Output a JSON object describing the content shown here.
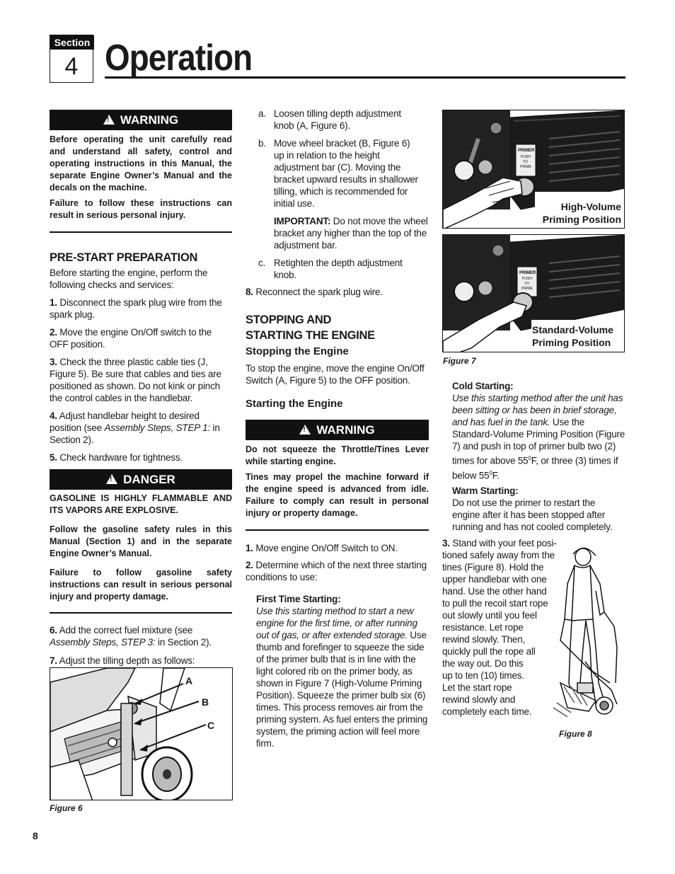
{
  "section": {
    "label": "Section",
    "number": "4"
  },
  "title": "Operation",
  "warning1": {
    "heading": "WARNING",
    "p1": "Before operating the unit carefully read and understand all safety, control and operating instructions in this Manual, the separate Engine Owner’s Manual and the decals on the machine.",
    "p2": "Failure to follow these instructions can result in serious personal injury."
  },
  "prestart": {
    "heading": "PRE-START PREPARATION",
    "intro": "Before starting the engine, perform the following checks and services:",
    "steps": [
      {
        "num": "1.",
        "text": "Disconnect the spark plug wire from the spark plug."
      },
      {
        "num": "2.",
        "text": "Move the engine On/Off switch to the OFF position."
      },
      {
        "num": "3.",
        "text": "Check the three plastic cable ties (J, Figure 5).  Be sure that cables and ties are positioned as shown.  Do not kink or pinch the control cables in the handlebar."
      },
      {
        "num": "4.",
        "pre": "Adjust handlebar height to desired position (see ",
        "ital": "Assembly Steps, STEP 1:",
        "post": " in Section 2)."
      },
      {
        "num": "5.",
        "text": "Check hardware for tightness."
      }
    ]
  },
  "danger": {
    "heading": "DANGER",
    "p1": "GASOLINE IS HIGHLY FLAMMABLE AND ITS VAPORS ARE EXPLOSIVE.",
    "p2": "Follow the gasoline safety rules in this Manual (Section 1) and in the separate Engine Owner’s Manual.",
    "p3": "Failure to follow gasoline safety instructions can result in serious personal injury and property damage."
  },
  "step6": {
    "num": "6.",
    "pre": "Add the correct fuel mixture (see ",
    "ital": "Assembly Steps, STEP 3:",
    "post": " in Section 2)."
  },
  "step7": {
    "num": "7.",
    "text": "Adjust the tilling depth as follows:"
  },
  "figure6": {
    "caption": "Figure 6",
    "labels": [
      "A",
      "B",
      "C"
    ]
  },
  "depth_steps": {
    "a": {
      "letter": "a.",
      "text": "Loosen tilling depth adjustment knob (A, Figure 6)."
    },
    "b": {
      "letter": "b.",
      "text": "Move wheel bracket (B, Figure 6) up in relation to the height adjustment bar (C).  Moving the bracket upward results in shallower tilling, which is recommended for initial use."
    },
    "important_label": "IMPORTANT:",
    "important_text": " Do not move the wheel bracket any higher than the top of the adjustment bar.",
    "c": {
      "letter": "c.",
      "text": "Retighten the depth adjustment knob."
    }
  },
  "step8": {
    "num": "8.",
    "text": "Reconnect the spark plug wire."
  },
  "stopping": {
    "heading_line1": "STOPPING AND",
    "heading_line2": "STARTING THE ENGINE",
    "sub": "Stopping the Engine",
    "text": "To stop the engine, move the engine On/Off Switch (A, Figure 5) to the OFF position.",
    "starting_sub": "Starting the Engine"
  },
  "warning2": {
    "heading": "WARNING",
    "p1": "Do not squeeze the Throttle/Tines Lever while starting engine.",
    "p2": "Tines may propel the machine forward if the engine speed is advanced from idle. Failure to comply can result in personal injury or property damage."
  },
  "start_steps": {
    "s1": {
      "num": "1.",
      "text": "Move engine On/Off Switch to ON."
    },
    "s2": {
      "num": "2.",
      "text": "Determine which of the next three starting conditions to use:"
    },
    "first_time": {
      "label": "First Time Starting:",
      "ital": "Use this starting method to start a new engine for the first time, or after running out of gas, or after extended storage.",
      "text": "  Use thumb and forefinger to squeeze the side of the primer bulb that is in line with the light colored rib on the primer body, as shown in Figure 7 (High-Volume Priming Position). Squeeze the primer bulb six (6) times. This process removes air from the priming system. As fuel enters the priming system, the priming action will feel more firm."
    }
  },
  "figure7": {
    "caption": "Figure 7",
    "top_label_1": "High-Volume",
    "top_label_2": "Priming Position",
    "bottom_label_1": "Standard-Volume",
    "bottom_label_2": "Priming Position",
    "primer_text": [
      "PRIMER",
      "PUSH",
      "TO",
      "PRIME"
    ]
  },
  "cold": {
    "label": "Cold Starting:",
    "ital": "Use this starting method after the unit has been sitting or has been in brief storage, and has fuel in the tank.",
    "text_pre": "  Use the Standard-Volume Priming Position (Figure 7) and push in top of primer bulb two (2) times for above 55",
    "deg1": "0",
    "text_mid": "F, or three (3) times if below 55",
    "deg2": "0",
    "text_end": "F."
  },
  "warm": {
    "label": "Warm Starting:",
    "text": "Do not use the primer to restart the engine after it has been stopped after running and has not cooled completely."
  },
  "step3": {
    "num": "3.",
    "lines": [
      "Stand with your feet posi-",
      "tioned safely away from the",
      "tines (Figure 8).  Hold the",
      "upper handlebar with one",
      "hand.  Use the other hand",
      "to pull the recoil start rope",
      "out slowly until you feel",
      "resistance.  Let rope",
      "rewind slowly.  Then,",
      "quickly pull the rope all",
      "the way out.  Do this",
      "up to ten (10) times.",
      "Let the start rope",
      "rewind slowly and",
      "completely each time."
    ]
  },
  "figure8": {
    "caption": "Figure 8"
  },
  "page_number": "8"
}
